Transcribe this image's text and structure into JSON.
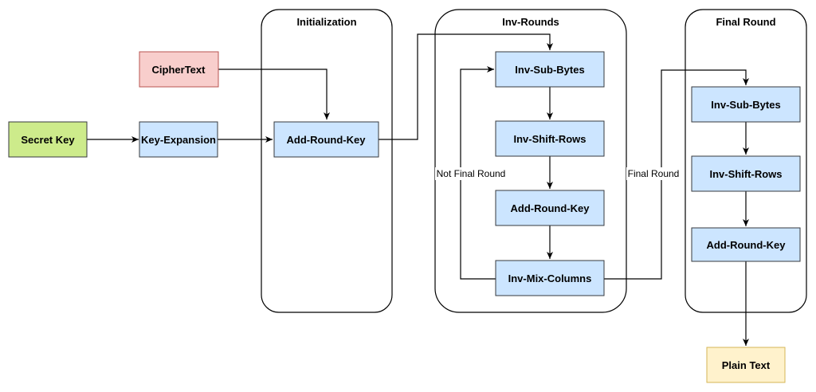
{
  "containers": {
    "initialization": "Initialization",
    "inv_rounds": "Inv-Rounds",
    "final_round": "Final Round"
  },
  "nodes": {
    "cipher_text": "CipherText",
    "secret_key": "Secret Key",
    "key_expansion": "Key-Expansion",
    "add_round_key_init": "Add-Round-Key",
    "inv_sub_bytes": "Inv-Sub-Bytes",
    "inv_shift_rows": "Inv-Shift-Rows",
    "add_round_key_rounds": "Add-Round-Key",
    "inv_mix_columns": "Inv-Mix-Columns",
    "final_inv_sub_bytes": "Inv-Sub-Bytes",
    "final_inv_shift_rows": "Inv-Shift-Rows",
    "final_add_round_key": "Add-Round-Key",
    "plain_text": "Plain Text"
  },
  "edge_labels": {
    "not_final_round": "Not Final Round",
    "final_round": "Final Round"
  },
  "colors": {
    "process_fill": "#cce5ff",
    "input_fill": "#f8cecc",
    "key_fill": "#cdeb8b",
    "output_fill": "#fff2cc"
  }
}
